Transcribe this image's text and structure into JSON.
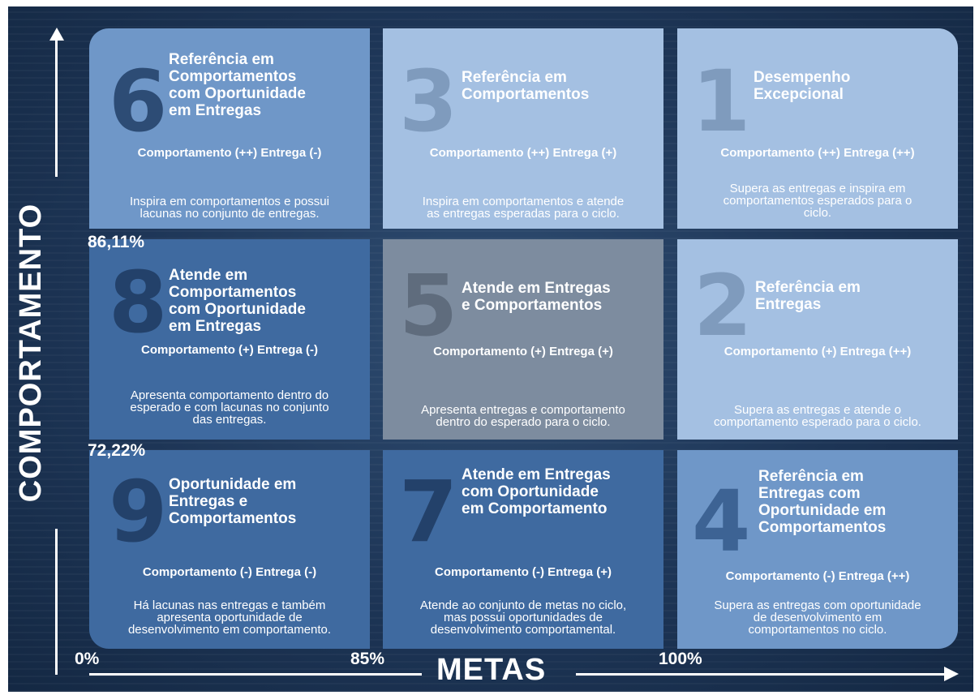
{
  "colors": {
    "background": "#1d3556",
    "light_cell": "#a4c0e2",
    "mid_cell": "#6f97c8",
    "dark_cell": "#3f6aa0",
    "grey_cell": "#7d8c9f"
  },
  "axes": {
    "y_label": "COMPORTAMENTO",
    "x_label": "METAS",
    "y_tick_high": "86,11%",
    "y_tick_low": "72,22%",
    "x_tick_0": "0%",
    "x_tick_85": "85%",
    "x_tick_100": "100%"
  },
  "cells": {
    "c6": {
      "number": "6",
      "title": [
        "Referência em",
        "Comportamentos",
        "com Oportunidade",
        "em Entregas"
      ],
      "rating": "Comportamento (++) Entrega (-)",
      "desc": [
        "Inspira em comportamentos e possui",
        "lacunas no conjunto de entregas."
      ]
    },
    "c3": {
      "number": "3",
      "title": [
        "Referência em",
        "Comportamentos"
      ],
      "rating": "Comportamento (++) Entrega (+)",
      "desc": [
        "Inspira em comportamentos e atende",
        "as entregas esperadas para o ciclo."
      ]
    },
    "c1": {
      "number": "1",
      "title": [
        "Desempenho",
        "Excepcional"
      ],
      "rating": "Comportamento (++) Entrega (++)",
      "desc": [
        "Supera as entregas e inspira em",
        "comportamentos esperados para o",
        "ciclo."
      ]
    },
    "c8": {
      "number": "8",
      "title": [
        "Atende em",
        "Comportamentos",
        "com Oportunidade",
        "em Entregas"
      ],
      "rating": "Comportamento (+) Entrega (-)",
      "desc": [
        "Apresenta comportamento dentro do",
        "esperado e com lacunas no conjunto",
        "das entregas."
      ]
    },
    "c5": {
      "number": "5",
      "title": [
        "Atende em Entregas",
        "e Comportamentos"
      ],
      "rating": "Comportamento (+) Entrega (+)",
      "desc": [
        "Apresenta entregas e comportamento",
        "dentro do esperado para o ciclo."
      ]
    },
    "c2": {
      "number": "2",
      "title": [
        "Referência em",
        "Entregas"
      ],
      "rating": "Comportamento (+) Entrega (++)",
      "desc": [
        "Supera as entregas e atende o",
        "comportamento esperado para o ciclo."
      ]
    },
    "c9": {
      "number": "9",
      "title": [
        "Oportunidade em",
        "Entregas e",
        "Comportamentos"
      ],
      "rating": "Comportamento (-) Entrega (-)",
      "desc": [
        "Há lacunas nas entregas e também",
        "apresenta oportunidade de",
        "desenvolvimento em comportamento."
      ]
    },
    "c7": {
      "number": "7",
      "title": [
        "Atende em Entregas",
        "com Oportunidade",
        "em Comportamento"
      ],
      "rating": "Comportamento (-) Entrega (+)",
      "desc": [
        "Atende ao conjunto de metas no ciclo,",
        "mas possui oportunidades de",
        "desenvolvimento comportamental."
      ]
    },
    "c4": {
      "number": "4",
      "title": [
        "Referência em",
        "Entregas com",
        "Oportunidade em",
        "Comportamentos"
      ],
      "rating": "Comportamento (-) Entrega (++)",
      "desc": [
        "Supera as entregas com oportunidade",
        "de desenvolvimento em",
        "comportamentos no ciclo."
      ]
    }
  }
}
